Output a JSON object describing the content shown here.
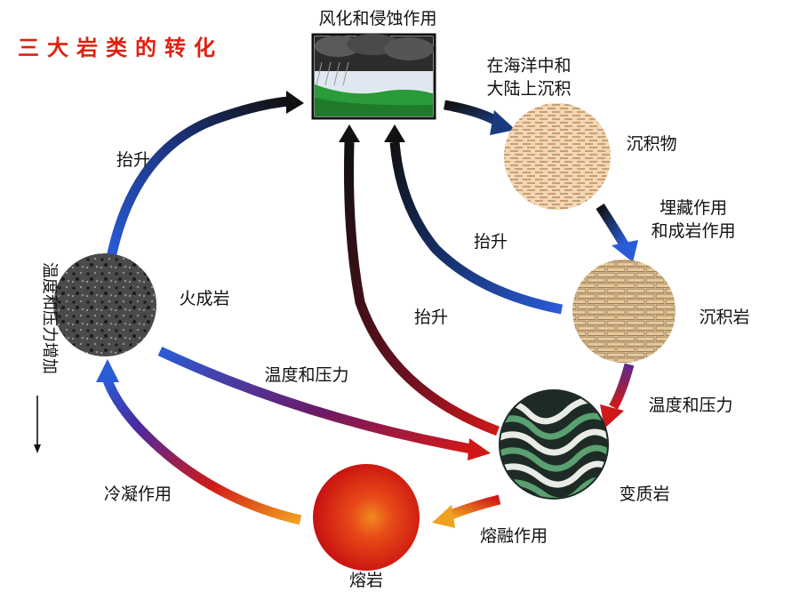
{
  "title": "三大岩类的转化",
  "nodes": {
    "weathering": "风化和侵蚀作用",
    "sediment": "沉积物",
    "sedimentary_rock": "沉积岩",
    "metamorphic_rock": "变质岩",
    "magma": "熔岩",
    "igneous_rock": "火成岩"
  },
  "edges": {
    "deposit_line1": "在海洋中和",
    "deposit_line2": "大陆上沉积",
    "burial_line1": "埋藏作用",
    "burial_line2": "和成岩作用",
    "temp_pressure_right": "温度和压力",
    "melting": "熔融作用",
    "cooling": "冷凝作用",
    "uplift_left": "抬升",
    "uplift_center": "抬升",
    "uplift_right": "抬升",
    "temp_pressure_mid": "温度和压力"
  },
  "side_axis": {
    "label": "温度和压力增加",
    "arrow": "↓"
  },
  "colors": {
    "title": "#e02010",
    "hot": "#d01818",
    "cool": "#1c4fd0",
    "dark": "#111111"
  }
}
